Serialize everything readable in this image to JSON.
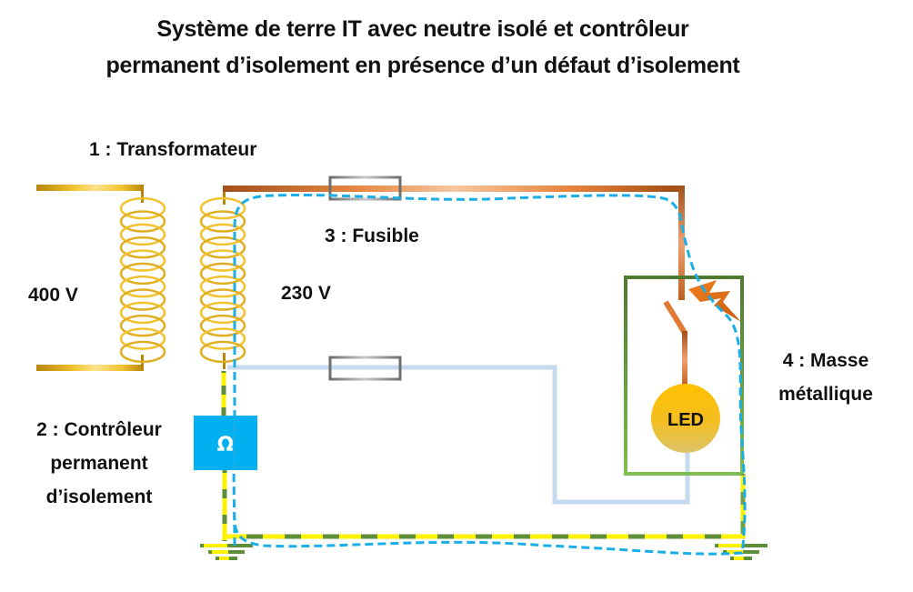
{
  "title": {
    "line1": "Système de terre IT avec neutre isolé et contrôleur",
    "line2": "permanent d’isolement en présence d’un défaut d’isolement"
  },
  "labels": {
    "transformer": "1 : Transformateur",
    "primary_voltage": "400 V",
    "secondary_voltage": "230 V",
    "controller_line1": "2 : Contrôleur",
    "controller_line2": "permanent",
    "controller_line3": "d’isolement",
    "fuse": "3 : Fusible",
    "mass_line1": "4 : Masse",
    "mass_line2": "métallique",
    "led": "LED",
    "ohm_symbol": "Ω"
  },
  "colors": {
    "coil": "#E8B520",
    "phase_wire": "#E07A35",
    "neutral_wire": "#BFD6EC",
    "fault_current_path": "#1BAEE6",
    "earth_green": "#5E8E3A",
    "earth_yellow": "#FFF200",
    "controller_box": "#00B0F0",
    "led": "#FFC000",
    "metal_mass_frame": "#4E7A2F",
    "fuse_outline": "#7F7F7F",
    "fault_spark": "#E8700F"
  }
}
